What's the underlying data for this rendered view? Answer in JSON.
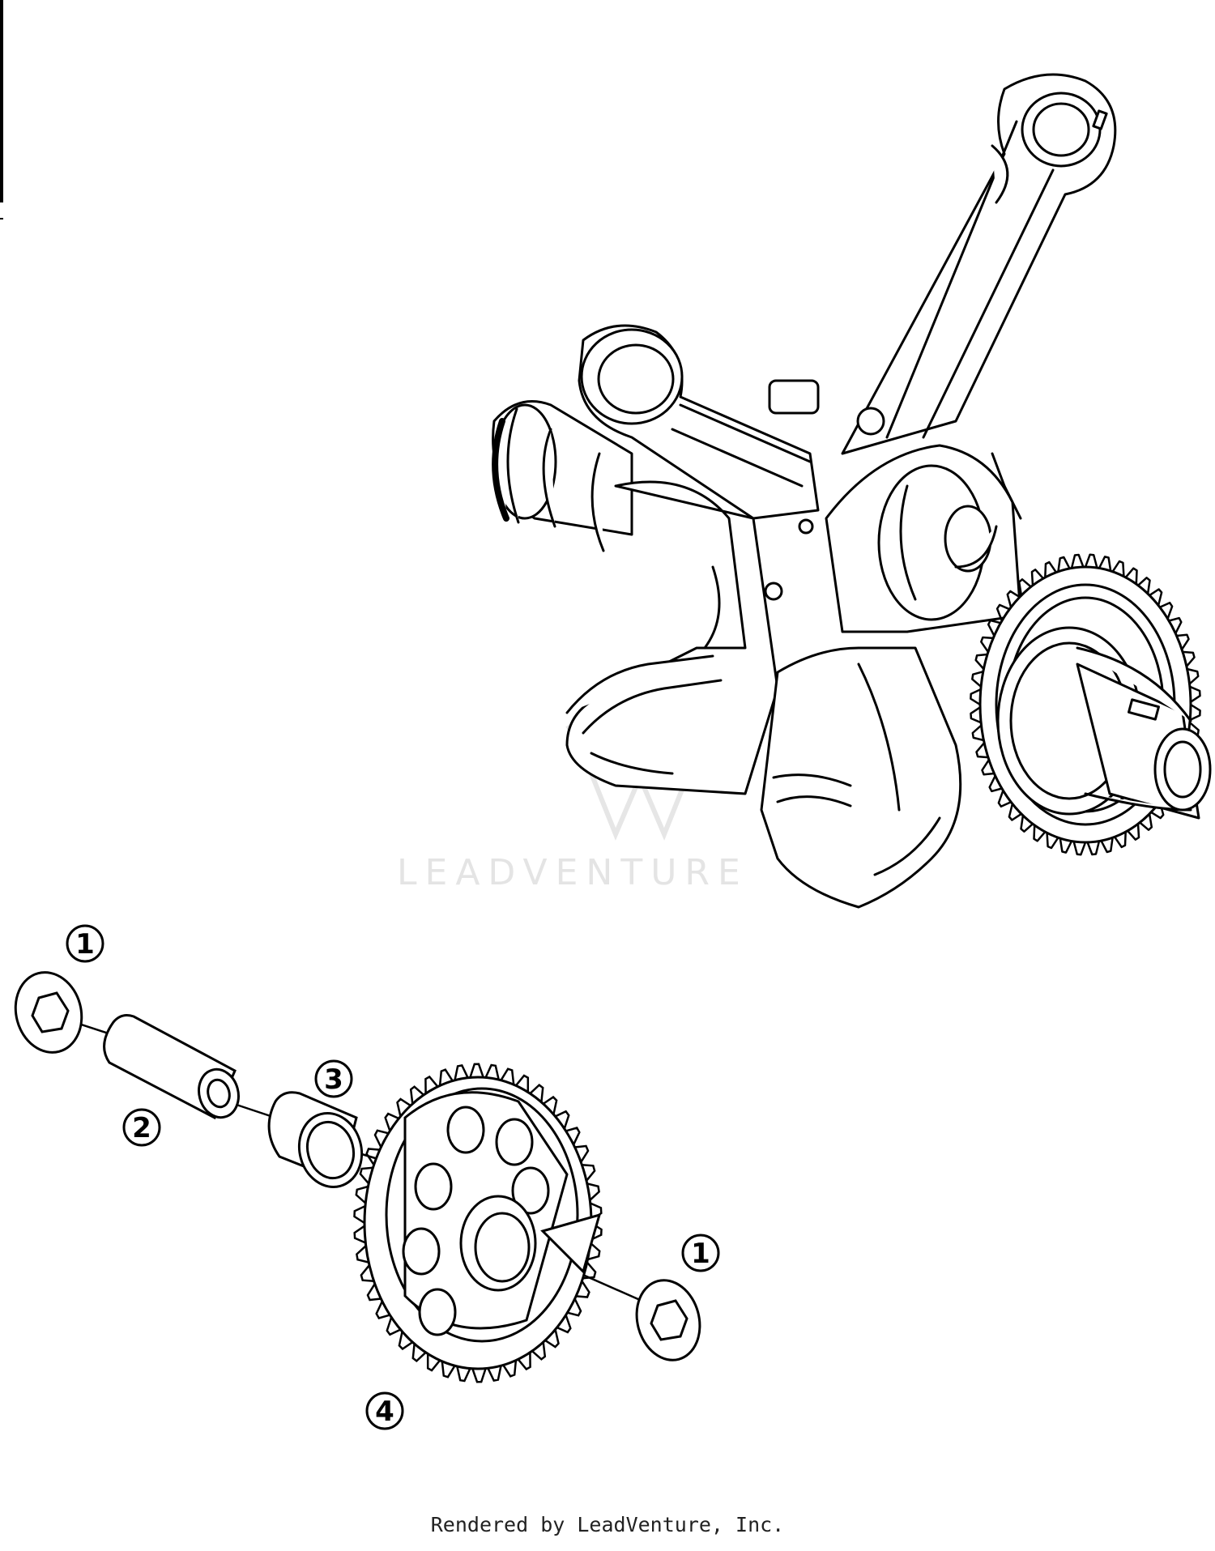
{
  "watermark": {
    "text": "LEADVENTURE"
  },
  "callouts": [
    {
      "id": "1",
      "label": "1"
    },
    {
      "id": "2",
      "label": "2"
    },
    {
      "id": "3",
      "label": "3"
    },
    {
      "id": "1b",
      "label": "1"
    },
    {
      "id": "4",
      "label": "4"
    }
  ],
  "footer": {
    "text": "Rendered by LeadVenture, Inc."
  },
  "colors": {
    "line": "#000000",
    "background": "#ffffff",
    "watermark": "#e4e4e4"
  }
}
